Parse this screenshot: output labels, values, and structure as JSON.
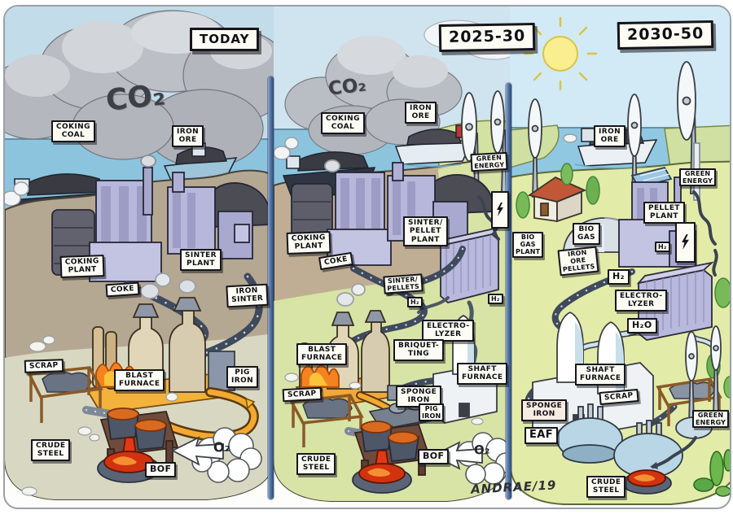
{
  "artwork": {
    "signature": "ANDRAE/19",
    "palette": {
      "sky": "#c8e0ee",
      "sea": "#8cc4de",
      "smoke_cloud": "#b6b9bf",
      "sand_ground": "#b5a893",
      "green_ground": "#d9e3a6",
      "future_ground": "#e3eba8",
      "factory_lavender": "#b7b7db",
      "conveyor": "#3f4a5c",
      "hot_metal": "#f5a830",
      "molten_steel": "#d23210",
      "divider_blue": "#4c6c9c",
      "label_bg": "#fcfcf5",
      "sun": "#f9ee90"
    }
  },
  "panels": [
    {
      "id": "today",
      "title": "TODAY",
      "emission": "CO₂",
      "labels": {
        "coking_coal": "COKING\nCOAL",
        "iron_ore": "IRON\nORE",
        "coking_plant": "COKING\nPLANT",
        "coke": "COKE",
        "sinter_plant": "SINTER\nPLANT",
        "iron_sinter": "IRON\nSINTER",
        "scrap": "SCRAP",
        "blast_furnace": "BLAST\nFURNACE",
        "pig_iron": "PIG\nIRON",
        "crude_steel": "CRUDE\nSTEEL",
        "bof": "BOF",
        "oxygen": "O₂"
      }
    },
    {
      "id": "2025-30",
      "title": "2025-30",
      "emission": "CO₂",
      "icons": {
        "power_line": "lightning-bolt"
      },
      "labels": {
        "coking_coal": "COKING\nCOAL",
        "iron_ore": "IRON\nORE",
        "green_energy": "GREEN\nENERGY",
        "coking_plant": "COKING\nPLANT",
        "coke": "COKE",
        "sinter_pellet_plant": "SINTER/\nPELLET\nPLANT",
        "sinter_pellets": "SINTER/\nPELLETS",
        "electrolyzer": "ELECTRO-\nLYZER",
        "hydrogen_a": "H₂",
        "hydrogen_b": "H₂",
        "blast_furnace": "BLAST\nFURNACE",
        "briquetting": "BRIQUET-\nTING",
        "shaft_furnace": "SHAFT\nFURNACE",
        "scrap": "SCRAP",
        "sponge_iron": "SPONGE\nIRON",
        "pig_iron": "PIG\nIRON",
        "crude_steel": "CRUDE\nSTEEL",
        "bof": "BOF",
        "oxygen": "O₂"
      }
    },
    {
      "id": "2030-50",
      "title": "2030-50",
      "icons": {
        "power_line": "lightning-bolt"
      },
      "labels": {
        "iron_ore": "IRON\nORE",
        "green_energy_top": "GREEN\nENERGY",
        "pellet_plant": "PELLET\nPLANT",
        "bio_gas_plant": "BIO\nGAS\nPLANT",
        "bio_gas": "BIO\nGAS",
        "iron_ore_pellets": "IRON\nORE\nPELLETS",
        "hydrogen_small": "H₂",
        "hydrogen_big": "H₂",
        "electrolyzer": "ELECTRO-\nLYZER",
        "water": "H₂O",
        "shaft_furnace": "SHAFT\nFURNACE",
        "scrap": "SCRAP",
        "sponge_iron": "SPONGE\nIRON",
        "eaf": "EAF",
        "green_energy_bottom": "GREEN\nENERGY",
        "crude_steel": "CRUDE\nSTEEL"
      }
    }
  ]
}
